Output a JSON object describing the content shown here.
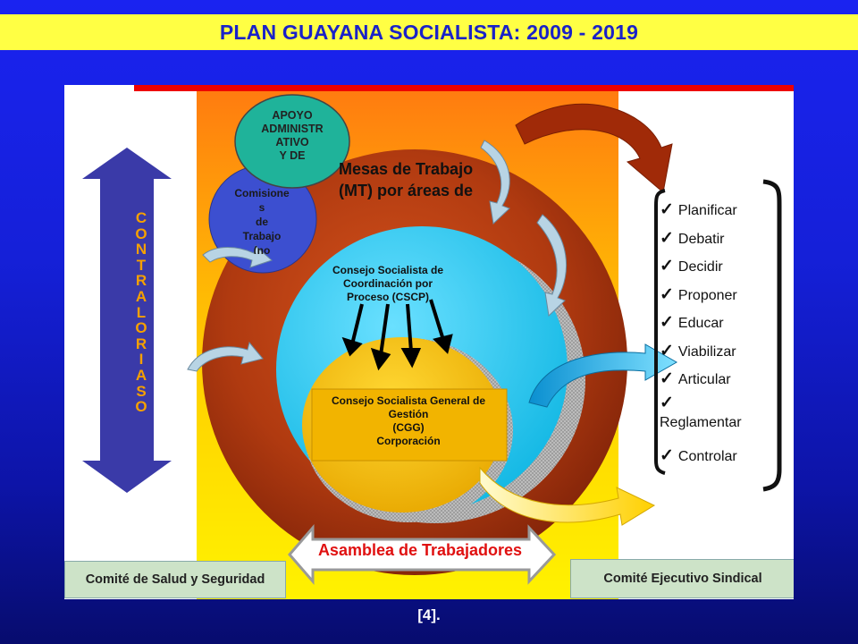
{
  "slide": {
    "title": "PLAN GUAYANA SOCIALISTA: 2009 - 2019",
    "footnote": "[4]."
  },
  "diagram": {
    "apoyo_lines": [
      "APOYO",
      "ADMINISTR",
      "ATIVO",
      "Y DE"
    ],
    "comisiones_lines": [
      "Comisione",
      "s",
      "de",
      "Trabajo",
      "(no"
    ],
    "mesas_lines": [
      "Mesas de Trabajo",
      "(MT) por áreas de"
    ],
    "cscp_lines": [
      "Consejo Socialista de",
      "Coordinación por",
      "Proceso (CSCP)"
    ],
    "cgg_lines": [
      "Consejo Socialista General de",
      "Gestión",
      "(CGG)",
      "Corporación"
    ],
    "contraloria_letters": [
      "C",
      "O",
      "N",
      "T",
      "R",
      "A",
      "L",
      "O",
      "R",
      "I",
      "A",
      "S",
      "O"
    ],
    "asamblea": "Asamblea de Trabajadores",
    "comite_salud": "Comité de Salud y Seguridad",
    "comite_sindical": "Comité Ejecutivo Sindical",
    "actions": [
      "Planificar",
      "Debatir",
      "Decidir",
      "Proponer",
      "Educar",
      "Viabilizar",
      "Articular",
      "Reglamentar",
      "Controlar"
    ],
    "check_symbol": "✓",
    "colors": {
      "title_bg": "#ffff44",
      "title_text": "#1a22c8",
      "outer_circle": "#b03a10",
      "cscp_circle": "#1ec8f0",
      "cgg_circle": "#f5c000",
      "apoyo_circle": "#1fb39a",
      "comisiones_circle": "#3c4fd0",
      "contraloria_arrow": "#3a3aa8",
      "contraloria_text": "#f5a000",
      "asamblea_text": "#e01010",
      "comite_boxes": "#cde3c8"
    }
  }
}
